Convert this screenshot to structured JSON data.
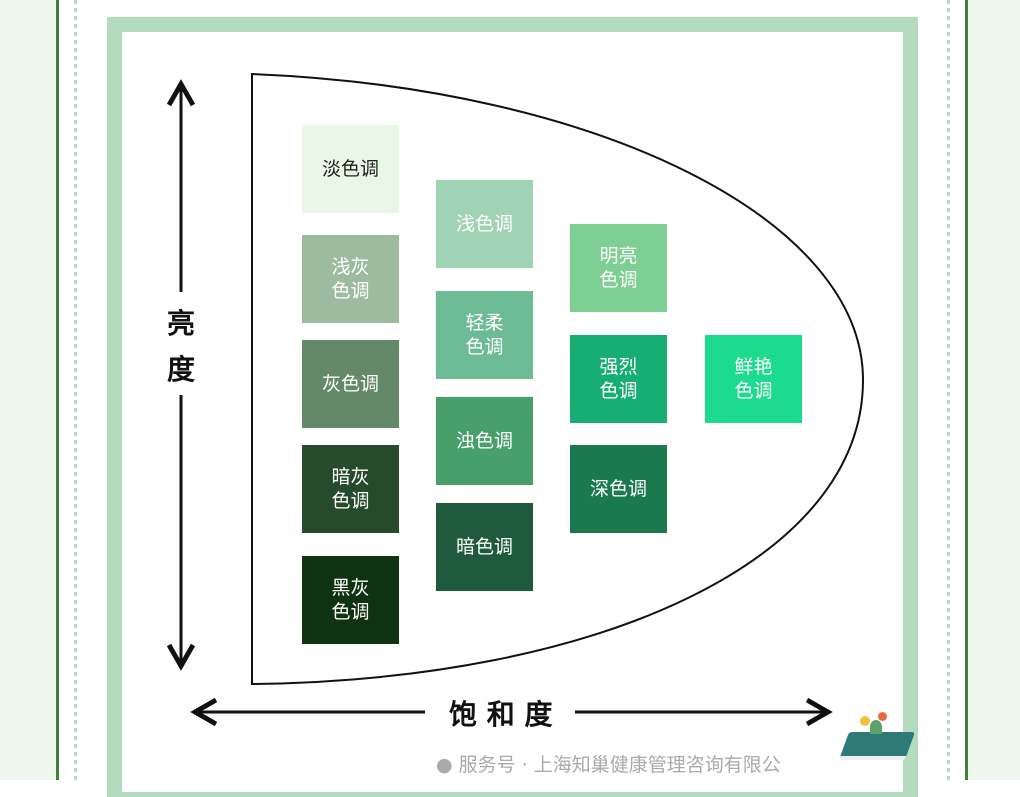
{
  "axes": {
    "vertical_label_1": "亮",
    "vertical_label_2": "度",
    "horizontal_label": "饱 和 度"
  },
  "tones": [
    {
      "label": "淡色调",
      "color": "#e8f7e6",
      "text": "#222"
    },
    {
      "label": "浅灰\n色调",
      "color": "#9dbb9f",
      "text": "#fff"
    },
    {
      "label": "灰色调",
      "color": "#63896a",
      "text": "#fff"
    },
    {
      "label": "暗灰\n色调",
      "color": "#254a2c",
      "text": "#fff"
    },
    {
      "label": "黑灰\n色调",
      "color": "#0f3310",
      "text": "#fff"
    },
    {
      "label": "浅色调",
      "color": "#a0d2b4",
      "text": "#fff"
    },
    {
      "label": "轻柔\n色调",
      "color": "#6dbb94",
      "text": "#fff"
    },
    {
      "label": "浊色调",
      "color": "#47a06a",
      "text": "#fff"
    },
    {
      "label": "暗色调",
      "color": "#1f5a3c",
      "text": "#fff"
    },
    {
      "label": "明亮\n色调",
      "color": "#7dcf94",
      "text": "#fff"
    },
    {
      "label": "强烈\n色调",
      "color": "#17ae74",
      "text": "#fff"
    },
    {
      "label": "深色调",
      "color": "#1a7a4e",
      "text": "#fff"
    },
    {
      "label": "鲜艳\n色调",
      "color": "#1ddb8e",
      "text": "#fff"
    }
  ],
  "watermark": "服务号 · 上海知巢健康管理咨询有限公"
}
